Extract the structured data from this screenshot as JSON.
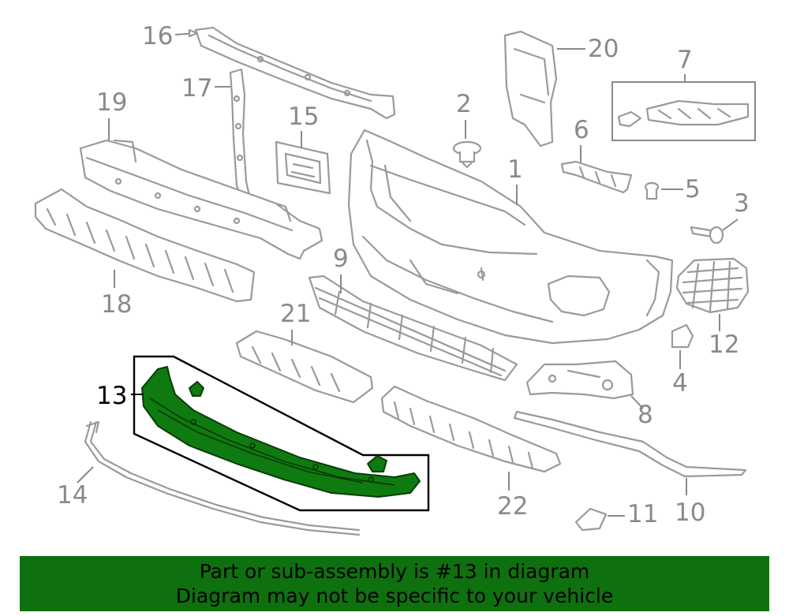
{
  "banner": {
    "line1": "Part or sub-assembly is #13 in diagram",
    "line2": "Diagram may not be specific to your vehicle"
  },
  "highlight_color": "#0f7a0f",
  "callouts": {
    "c1": "1",
    "c2": "2",
    "c3": "3",
    "c4": "4",
    "c5": "5",
    "c6": "6",
    "c7": "7",
    "c8": "8",
    "c9": "9",
    "c10": "10",
    "c11": "11",
    "c12": "12",
    "c13": "13",
    "c14": "14",
    "c15": "15",
    "c16": "16",
    "c17": "17",
    "c18": "18",
    "c19": "19",
    "c20": "20",
    "c21": "21",
    "c22": "22"
  },
  "highlighted_part": "13"
}
